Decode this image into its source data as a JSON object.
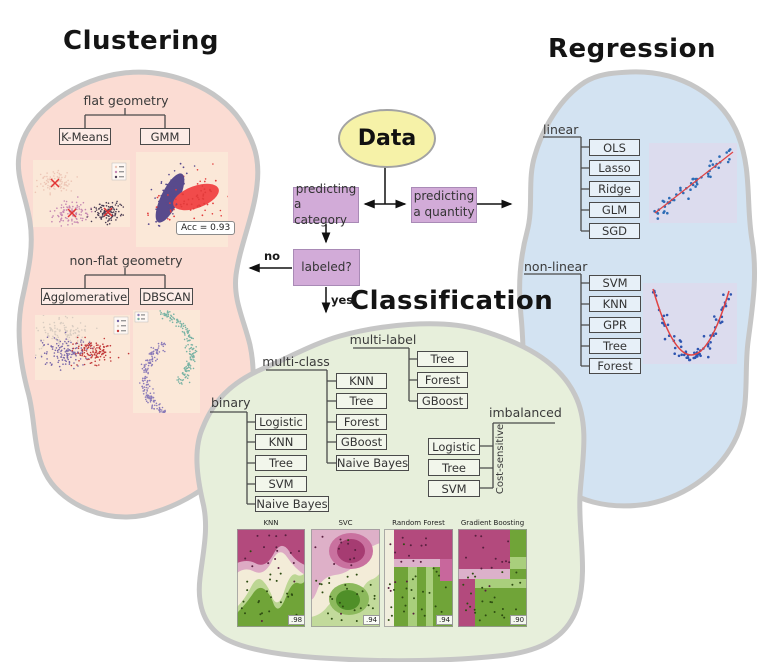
{
  "titles": {
    "clustering": "Clustering",
    "regression": "Regression",
    "classification": "Classification"
  },
  "flow": {
    "data_label": "Data",
    "category_line1": "predicting",
    "category_line2": "a category",
    "quantity_line1": "predicting",
    "quantity_line2": "a quantity",
    "labeled_label": "labeled?",
    "no_label": "no",
    "yes_label": "yes"
  },
  "clustering": {
    "flat": {
      "label": "flat geometry",
      "items": [
        "K-Means",
        "GMM"
      ]
    },
    "nonflat": {
      "label": "non-flat geometry",
      "items": [
        "Agglomerative",
        "DBSCAN"
      ]
    },
    "acc_label": "Acc = 0.93"
  },
  "regression": {
    "linear": {
      "label": "linear",
      "items": [
        "OLS",
        "Lasso",
        "Ridge",
        "GLM",
        "SGD"
      ]
    },
    "nonlinear": {
      "label": "non-linear",
      "items": [
        "SVM",
        "KNN",
        "GPR",
        "Tree",
        "Forest"
      ]
    }
  },
  "classification": {
    "binary": {
      "label": "binary",
      "items": [
        "Logistic",
        "KNN",
        "Tree",
        "SVM",
        "Naive Bayes"
      ]
    },
    "multiclass": {
      "label": "multi-class",
      "items": [
        "KNN",
        "Tree",
        "Forest",
        "GBoost",
        "Naive Bayes"
      ]
    },
    "multilabel": {
      "label": "multi-label",
      "items": [
        "Tree",
        "Forest",
        "GBoost"
      ]
    },
    "imbalanced": {
      "label": "imbalanced",
      "rotated_label": "Cost-sensitive",
      "items": [
        "Logistic",
        "Tree",
        "SVM"
      ]
    },
    "panels": [
      {
        "title": "KNN",
        "score": ".98"
      },
      {
        "title": "SVC",
        "score": ".94"
      },
      {
        "title": "Random Forest",
        "score": ".94"
      },
      {
        "title": "Gradient Boosting",
        "score": ".90"
      }
    ]
  },
  "colors": {
    "clustering_blob": "#fbdcd3",
    "regression_blob": "#d3e3f2",
    "classification_blob": "#e7efdb",
    "blob_outline": "#c6c6c6",
    "data_node_fill": "#f6f2a8",
    "decision_node_fill": "#d2abd8",
    "cluster_plot_bg": "#fbe8d8",
    "regression_plot_bg": "#dcdcee",
    "regression_fit_line": "#e04343",
    "regression_points": "#2d6cb5",
    "panel_magenta": "#b34a7d",
    "panel_green": "#70a438"
  }
}
